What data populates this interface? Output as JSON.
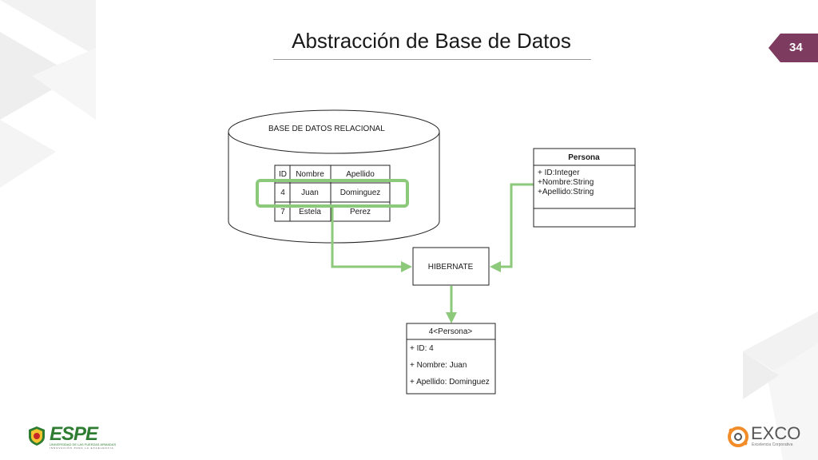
{
  "slide": {
    "title": "Abstracción de Base de Datos",
    "page_number": "34"
  },
  "database": {
    "label": "BASE DE DATOS RELACIONAL",
    "table": {
      "headers": [
        "ID",
        "Nombre",
        "Apellido"
      ],
      "rows": [
        [
          "4",
          "Juan",
          "Dominguez"
        ],
        [
          "7",
          "Estela",
          "Perez"
        ]
      ]
    }
  },
  "class_box": {
    "name": "Persona",
    "attributes": [
      "+ ID:Integer",
      "+Nombre:String",
      "+Apellido:String"
    ]
  },
  "hibernate": {
    "label": "HIBERNATE"
  },
  "instance_box": {
    "name": "4<Persona>",
    "attributes": [
      "+ ID: 4",
      "+ Nombre: Juan",
      "+ Apellido: Dominguez"
    ]
  },
  "logos": {
    "espe": {
      "name": "ESPE",
      "subtitle": "UNIVERSIDAD DE LAS FUERZAS ARMADAS",
      "tagline": "INNOVACIÓN PARA LA EXCELENCIA"
    },
    "exco": {
      "name": "EXCO",
      "subtitle": "Excelencia Corporativa"
    }
  },
  "colors": {
    "accent_green": "#8cc97a",
    "badge": "#7d3c5f"
  }
}
